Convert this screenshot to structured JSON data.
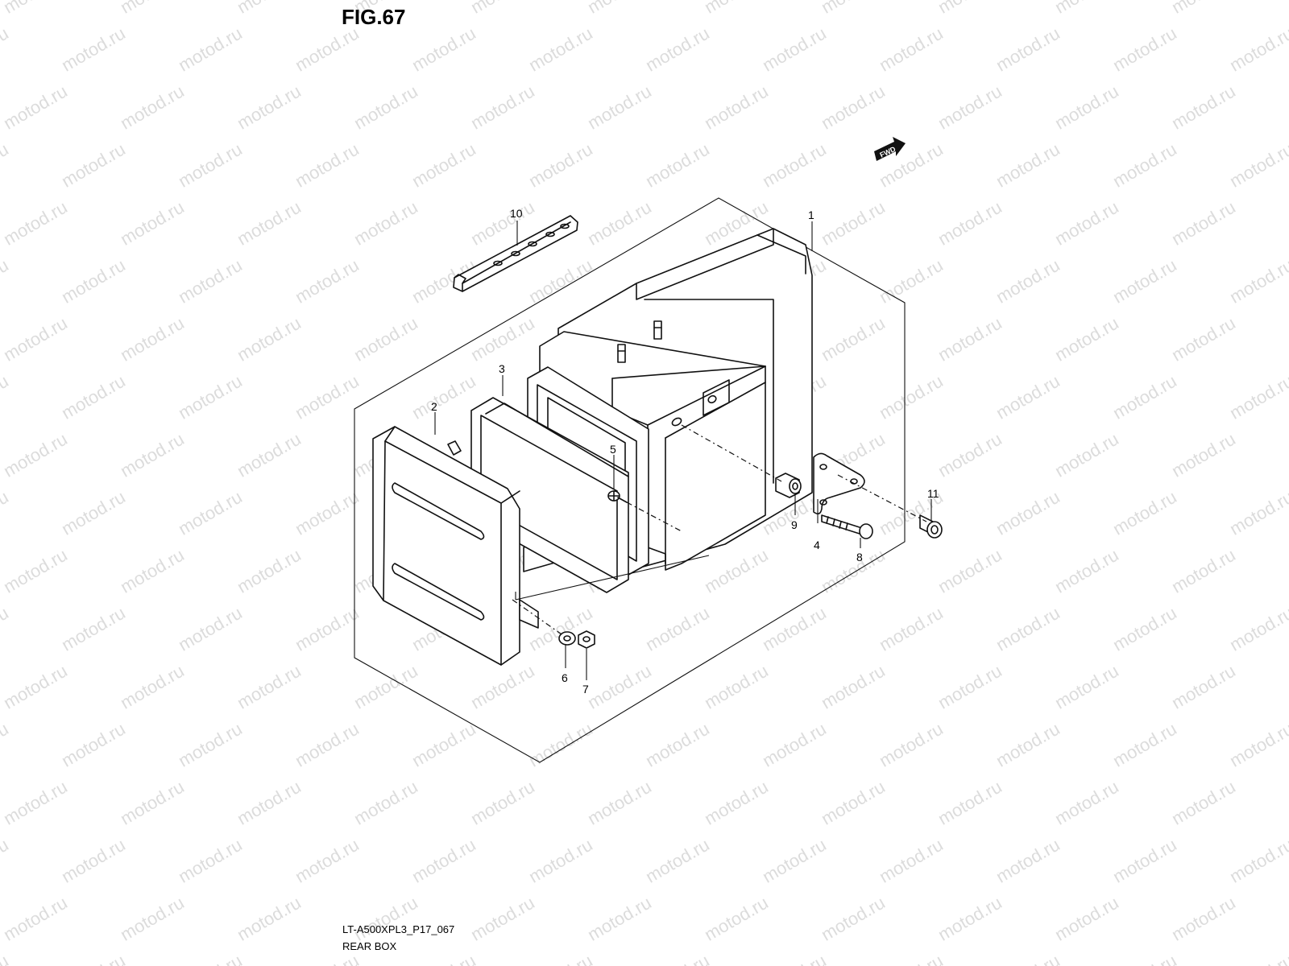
{
  "figure": {
    "title": "FIG.67",
    "watermark_text": "motod.ru",
    "fwd_label": "FWD"
  },
  "callouts": [
    "1",
    "2",
    "3",
    "4",
    "5",
    "6",
    "7",
    "8",
    "9",
    "10",
    "11"
  ],
  "footer": {
    "code": "LT-A500XPL3_P17_067",
    "name": "REAR BOX"
  }
}
